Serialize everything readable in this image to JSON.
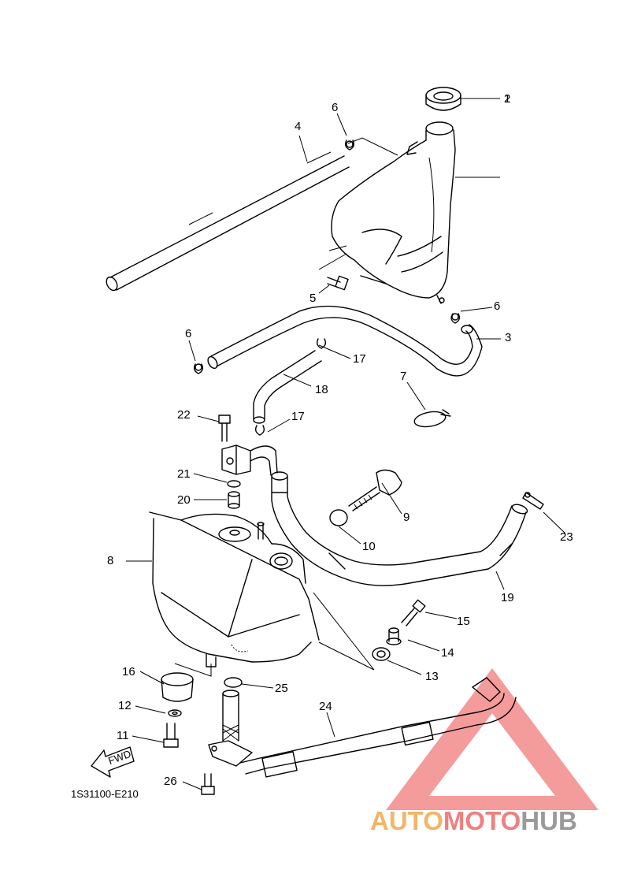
{
  "diagram": {
    "callouts": [
      "1",
      "2",
      "3",
      "4",
      "5",
      "6",
      "6",
      "6",
      "7",
      "8",
      "9",
      "10",
      "11",
      "12",
      "13",
      "14",
      "15",
      "16",
      "17",
      "17",
      "18",
      "19",
      "20",
      "21",
      "22",
      "23",
      "24",
      "25",
      "26"
    ],
    "drawing_code": "1S31100-E210",
    "fwd_label": "FWD"
  },
  "watermark": {
    "part1": "AUTO",
    "part2": "MOTO",
    "part3": "HUB",
    "colors": {
      "orange": "#f3b56a",
      "pink": "#f08080",
      "gray": "#9a9a9a",
      "triangle": "#f28a8a"
    }
  }
}
